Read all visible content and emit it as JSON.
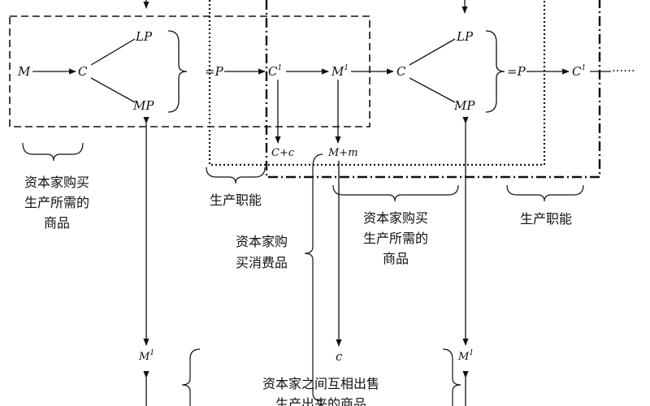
{
  "diagram": {
    "nodes": {
      "m_start": "M",
      "c1": "C",
      "lp1": "LP",
      "mp1": "MP",
      "p1": "=P",
      "c_prime1_base": "C",
      "c_prime1_sup": "1",
      "m_prime1_base": "M",
      "m_prime1_sup": "1",
      "c2": "C",
      "lp2": "LP",
      "mp2": "MP",
      "p2": "=P",
      "c_prime2_base": "C",
      "c_prime2_sup": "1",
      "trailing_dots": "······",
      "c_plus_c": "C+c",
      "m_plus_m": "M+m",
      "m_prime_left_base": "M",
      "m_prime_left_sup": "1",
      "c_small": "c",
      "m_prime_right_base": "M",
      "m_prime_right_sup": "1"
    },
    "labels": {
      "buy_means_left_1": "资本家购买",
      "buy_means_left_2": "生产所需的",
      "buy_means_left_3": "商品",
      "production_function_1": "生产职能",
      "buy_consumer_1": "资本家购",
      "buy_consumer_2": "买消费品",
      "buy_means_mid_1": "资本家购买",
      "buy_means_mid_2": "生产所需的",
      "buy_means_mid_3": "商品",
      "production_function_2": "生产职能",
      "sell_between_1": "资本家之间互相出售",
      "sell_between_2": "生产出来的商品"
    }
  }
}
